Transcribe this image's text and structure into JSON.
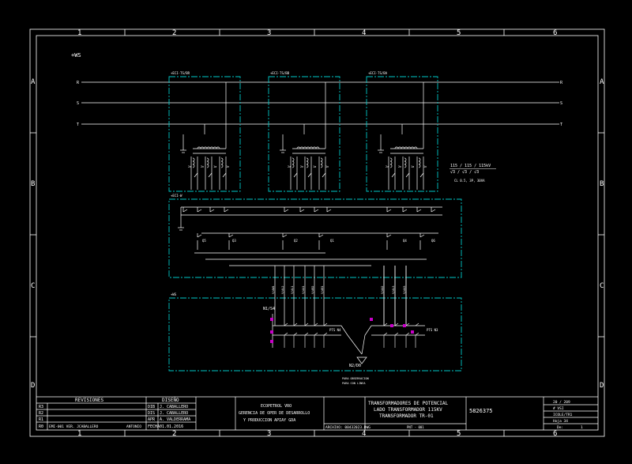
{
  "colors": {
    "background": "#000000",
    "frame": "#ffffff",
    "cubicle": "#00c8c8",
    "wire": "#ffffff",
    "label": "#ffffff",
    "terminal": "#c800c8",
    "title_text": "#ffffff"
  },
  "frame": {
    "columns": [
      "1",
      "2",
      "3",
      "4",
      "5",
      "6"
    ],
    "rows": [
      "A",
      "B",
      "C",
      "D"
    ]
  },
  "diagram": {
    "bus_label": "+WS",
    "phases": [
      "R",
      "S",
      "T"
    ],
    "cubicles": [
      "+ECI-TS/BR",
      "+ECI-TS/BB",
      "+ECI-TS/BA"
    ],
    "junction_box": "+ECI-W",
    "marshalling_box": "+WS",
    "transformer_winding_labels": [
      "2a",
      "2n",
      "1a",
      "1n"
    ],
    "secondary_switches": [
      "Q5",
      "Q3",
      "Q2",
      "Q1",
      "Q4",
      "Q6"
    ],
    "cable_labels": [
      "V/AW1",
      "V/AL2",
      "V/AL1",
      "V/AA1",
      "V/AB2",
      "V/AB1",
      "V/AA2",
      "V/AL3",
      "V/AA3"
    ],
    "upper_terminal": "N1/S4",
    "lower_terminal": "N2/D0",
    "test_blocks": [
      "PTS N4",
      "PTS N3"
    ],
    "notes": [
      "PARA OBSERVACION",
      "PARA CON LINEA"
    ],
    "ratio": {
      "line1": "115 / 115 / 115kV",
      "line2": "√3 / √3 / √3",
      "line3": "CL 0.5, 3P, 30VA"
    }
  },
  "title_block": {
    "revisions_header": "REVISIONES",
    "revisions": [
      "R3",
      "R2",
      "R1",
      "R0"
    ],
    "revision_r0_note": "EMI-001 VER. JCABALLERO",
    "revision_r0_name": "ANTONIO",
    "design_header": "DISEÑO",
    "design_rows": [
      {
        "role": "DIB",
        "name": "J. CABALLERO"
      },
      {
        "role": "DIS",
        "name": "J. CABALLERO"
      },
      {
        "role": "APR",
        "name": "A. VALDERRAMA"
      },
      {
        "role": "FECHA",
        "name": "01.01.2016"
      }
    ],
    "company_lines": [
      "ECOPETROL VRO",
      "GERENCIA DE OPER DE DESARROLLO",
      "Y PRODUCCION APIAY GDA"
    ],
    "archive": "ARCHIVO: 00432023.DWG",
    "title_lines": [
      "TRANSFORMADORES DE POTENCIAL",
      "LADO TRANSFORMADOR 115KV",
      "TRANSFORMADOR TR-01"
    ],
    "drawing_number": "5826375",
    "sheet_code": "PNT - 001",
    "sheet_info": [
      "20 / 209",
      "# VSI",
      "ICOLE/TR1",
      "Hoja 34"
    ],
    "page_label": "De:",
    "page_value": "1"
  }
}
